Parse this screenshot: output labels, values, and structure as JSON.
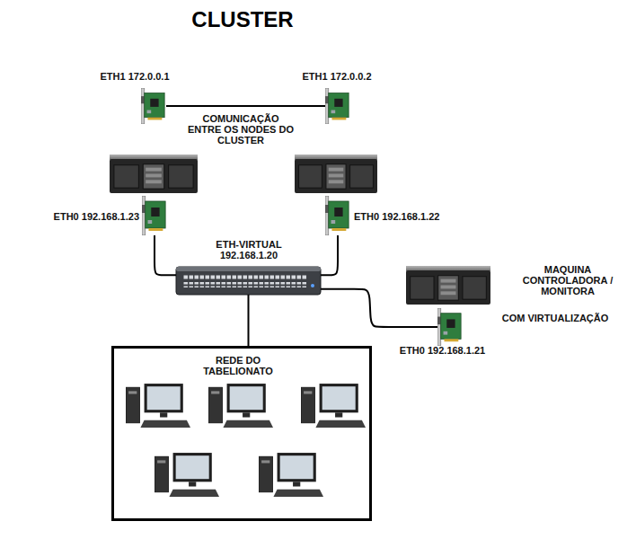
{
  "diagram": {
    "title": "CLUSTER",
    "nodes": [
      {
        "text": [
          "ETH1 172.0.0.1"
        ]
      },
      {
        "text": [
          "ETH1 172.0.0.2"
        ]
      },
      {
        "text": [
          "ETH0 192.168.1.23"
        ]
      },
      {
        "text": [
          "ETH0 192.168.1.22"
        ]
      },
      {
        "text": [
          "ETH-VIRTUAL 192.168.1.20"
        ]
      },
      {
        "text": [
          "MAQUINA CONTROLADORA / MONITORA",
          "COM VIRTUALIZAÇÃO"
        ]
      },
      {
        "text": [
          "ETH0 192.168.1.21"
        ]
      },
      {
        "text": [
          "REDE DO TABELIONATO"
        ]
      }
    ],
    "edges": [
      {
        "from": 0,
        "to": 1,
        "arrow": "none",
        "label": "COMUNICAÇÃO ENTRE OS NODES DO CLUSTER"
      },
      {
        "from": 2,
        "to": 4,
        "arrow": "none"
      },
      {
        "from": 3,
        "to": 4,
        "arrow": "none"
      },
      {
        "from": 4,
        "to": 6,
        "arrow": "none"
      },
      {
        "from": 4,
        "to": 7,
        "arrow": "none"
      }
    ]
  }
}
